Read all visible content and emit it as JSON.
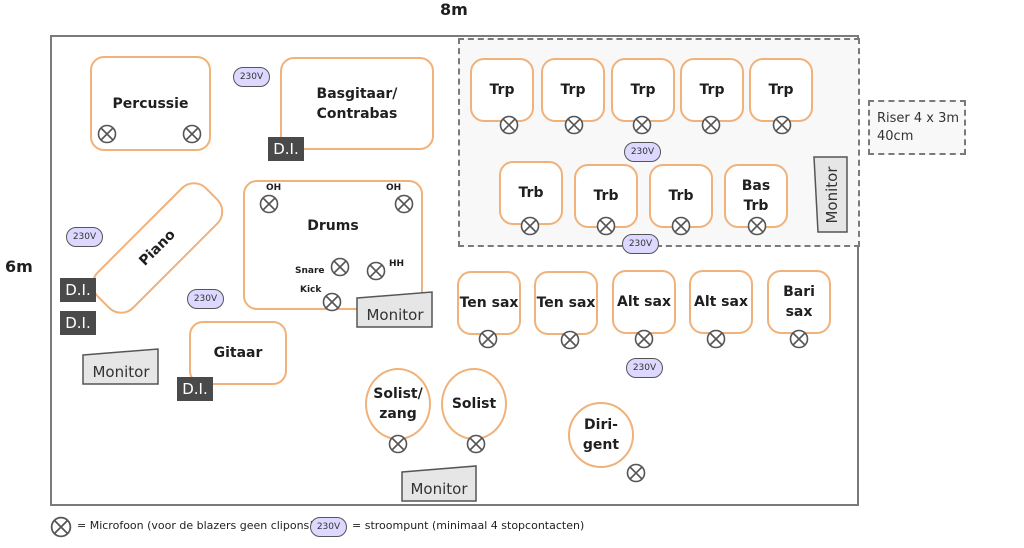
{
  "dimensions": {
    "width_label": "8m",
    "depth_label": "6m"
  },
  "riser": {
    "label": "Riser 4 x 3m\n40cm"
  },
  "positions": {
    "percussie": "Percussie",
    "basgitaar": "Basgitaar/\nContrabas",
    "piano": "Piano",
    "drums": "Drums",
    "gitaar": "Gitaar",
    "trp": [
      "Trp",
      "Trp",
      "Trp",
      "Trp",
      "Trp"
    ],
    "trb": [
      "Trb",
      "Trb",
      "Trb",
      "Bas\nTrb"
    ],
    "sax": [
      "Ten sax",
      "Ten sax",
      "Alt sax",
      "Alt sax",
      "Bari\nsax"
    ],
    "solist_zang": "Solist/\nzang",
    "solist": "Solist",
    "dirigent": "Diri-\ngent"
  },
  "drum_mics": {
    "oh_left": "OH",
    "oh_right": "OH",
    "snare": "Snare",
    "hh": "HH",
    "kick": "Kick"
  },
  "di_label": "D.I.",
  "power_label": "230V",
  "monitor_label": "Monitor",
  "legend": {
    "mic_text": "= Microfoon (voor de blazers geen clipons!)",
    "power_text": "= stroompunt (minimaal 4 stopcontacten)"
  },
  "colors": {
    "position_border": "#f0b27a",
    "power_fill": "#dcd8ff",
    "di_fill": "#4a4a4a",
    "monitor_fill": "#e6e6e6"
  }
}
